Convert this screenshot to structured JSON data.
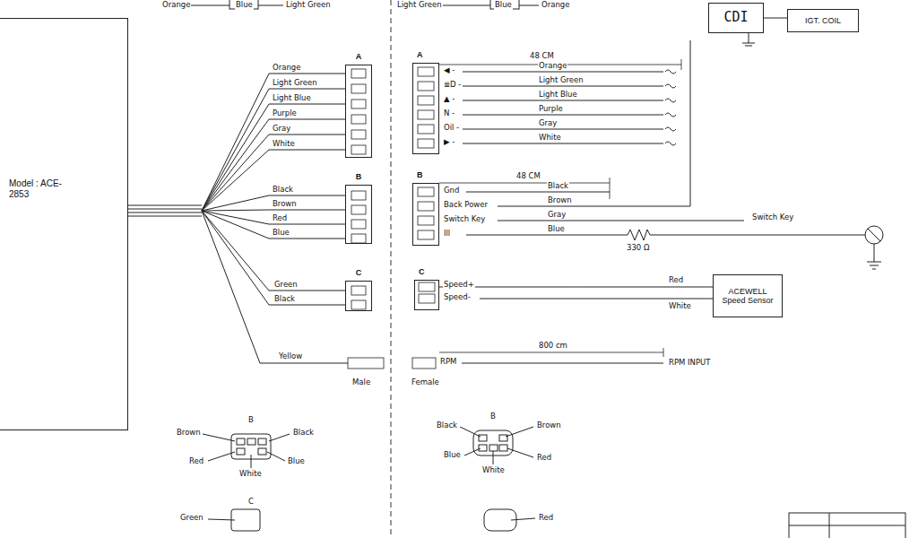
{
  "diagram": {
    "nodes": [
      {
        "text": [
          "Model : ACE-2853"
        ]
      },
      {
        "text": [
          "CDI"
        ]
      },
      {
        "text": [
          "IGT. COIL"
        ]
      },
      {
        "text": [
          "A"
        ]
      },
      {
        "text": [
          "B"
        ]
      },
      {
        "text": [
          "C"
        ]
      },
      {
        "text": [
          "A"
        ]
      },
      {
        "text": [
          "B"
        ]
      },
      {
        "text": [
          "C"
        ]
      },
      {
        "text": [
          "ACEWELL Speed Sensor"
        ]
      }
    ],
    "edges": [
      {
        "from": 1,
        "to": 2,
        "arrow": "none"
      },
      {
        "from": 8,
        "to": 9,
        "arrow": "none"
      }
    ],
    "labels": [
      "Orange",
      "Blue",
      "Light Green",
      "Light Green",
      "Blue",
      "Orange",
      "Orange",
      "Light Green",
      "Light Blue",
      "Purple",
      "Gray",
      "White",
      "Black",
      "Brown",
      "Red",
      "Blue",
      "Green",
      "Black",
      "Yellow",
      "Male",
      "48 CM",
      "◀ -",
      "≣D -",
      "▲ -",
      "N -",
      "Oil -",
      "▶ -",
      "Orange",
      "Light Green",
      "Light Blue",
      "Purple",
      "Gray",
      "White",
      "48 CM",
      "Gnd",
      "Back Power",
      "Switch Key",
      "Ill",
      "Black",
      "Brown",
      "Gray",
      "Blue",
      "330 Ω",
      "Switch Key",
      "Speed+",
      "Speed-",
      "Red",
      "White",
      "800 cm",
      "RPM",
      "RPM INPUT",
      "Female",
      "B",
      "Brown",
      "Black",
      "Red",
      "Blue",
      "White",
      "B",
      "Black",
      "Brown",
      "Blue",
      "Red",
      "White",
      "C",
      "Green",
      "Red"
    ]
  }
}
